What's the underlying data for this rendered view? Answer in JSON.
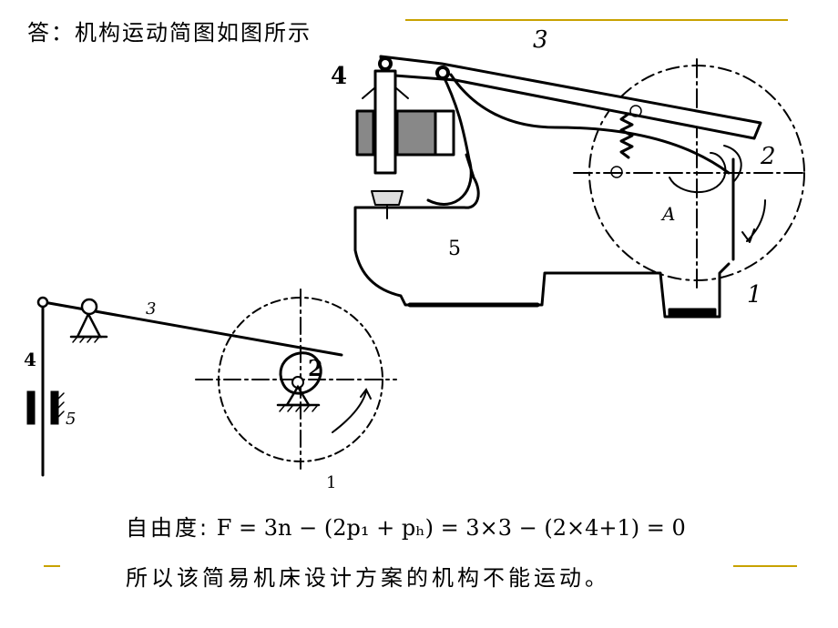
{
  "title": "答：机构运动简图如图所示",
  "photo_labels": {
    "l3": "3",
    "l4": "4",
    "l5": "5",
    "l2": "2",
    "l1": "1",
    "lA": "A"
  },
  "schematic_labels": {
    "l3": "3",
    "l4": "4",
    "l5": "5",
    "l2": "2",
    "l1": "1"
  },
  "formula": {
    "prefix": "自由度:",
    "expression": "F = 3n − (2p₁ + pₕ) = 3×3 − (2×4+1) = 0"
  },
  "conclusion": "所以该简易机床设计方案的机构不能运动。",
  "colors": {
    "accent_line": "#c8a200"
  }
}
